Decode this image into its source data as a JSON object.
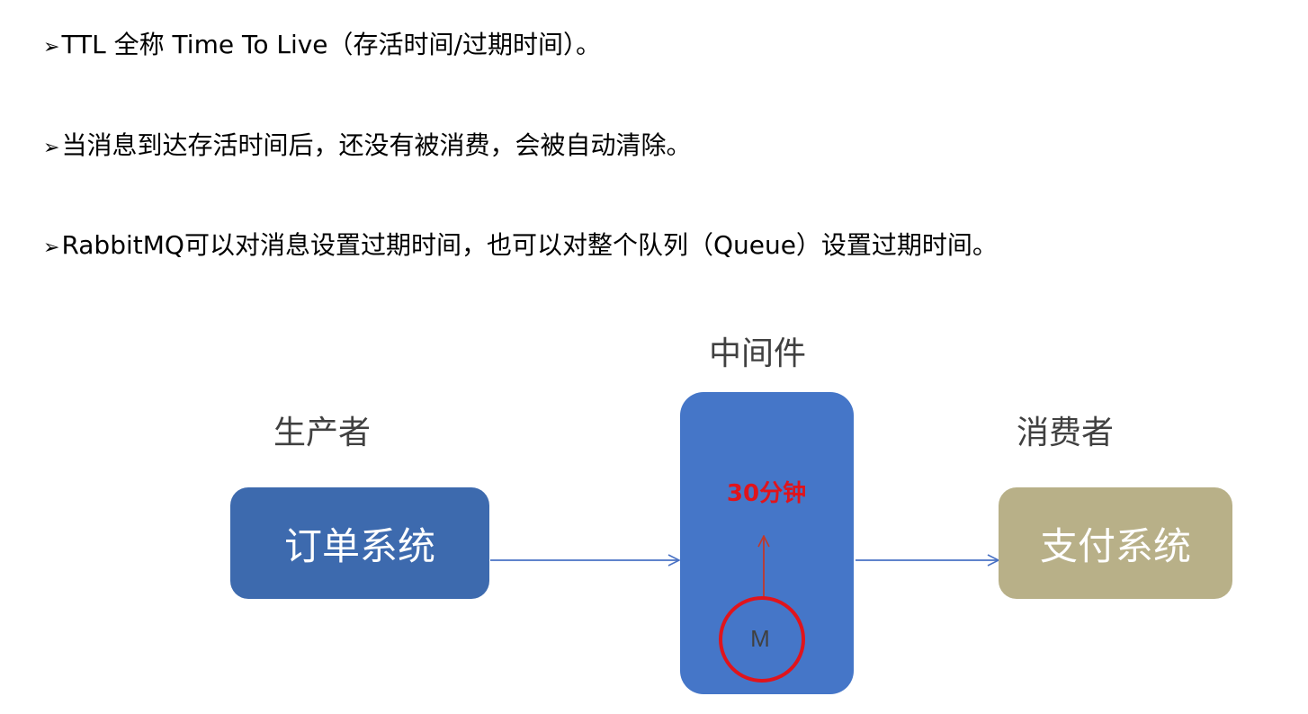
{
  "bullets": [
    {
      "marker": "➢",
      "text": "TTL 全称 Time To Live（存活时间/过期时间）。"
    },
    {
      "marker": "➢",
      "text": "当消息到达存活时间后，还没有被消费，会被自动清除。"
    },
    {
      "marker": "➢",
      "text": "RabbitMQ可以对消息设置过期时间，也可以对整个队列（Queue）设置过期时间。"
    }
  ],
  "diagram": {
    "producer": {
      "role_label": "生产者",
      "box_label": "订单系统"
    },
    "middleware": {
      "role_label": "中间件",
      "timer_label": "30分钟",
      "message_label": "M"
    },
    "consumer": {
      "role_label": "消费者",
      "box_label": "支付系统"
    }
  },
  "colors": {
    "producer_box": "#3d6aae",
    "middleware_box": "#4576c8",
    "consumer_box": "#b8b088",
    "arrow": "#4a72c4",
    "timer_arrow": "#c0392b",
    "highlight_red": "#e0141c"
  }
}
